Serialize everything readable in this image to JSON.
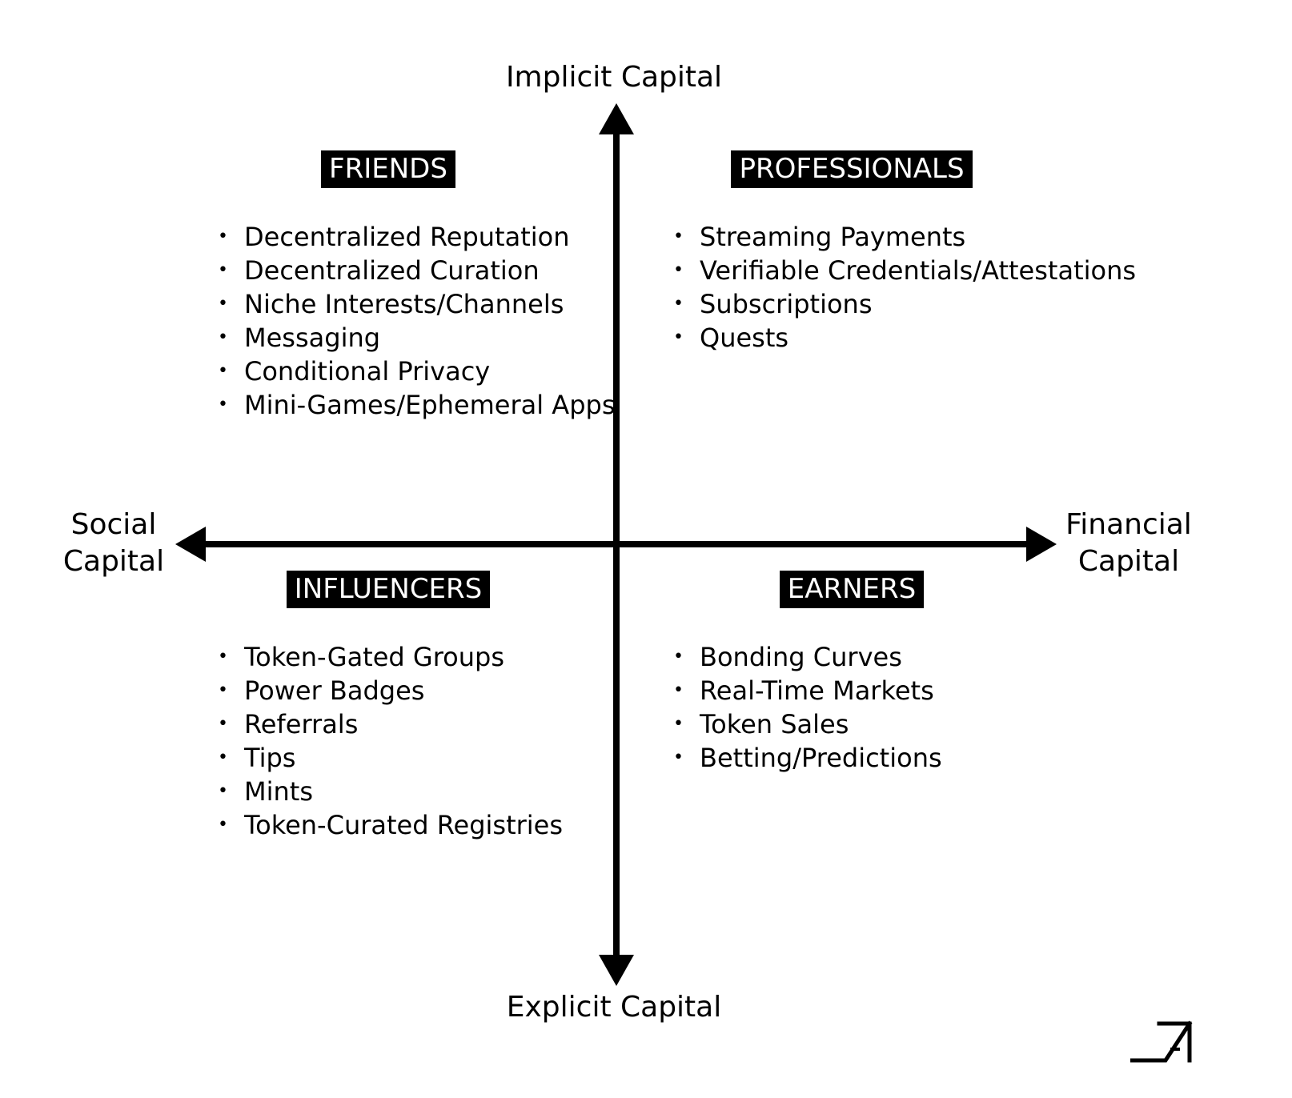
{
  "axes": {
    "top": "Implicit Capital",
    "bottom": "Explicit Capital",
    "left": [
      "Social",
      "Capital"
    ],
    "right": [
      "Financial",
      "Capital"
    ]
  },
  "quadrants": {
    "friends": {
      "title": "FRIENDS",
      "items": [
        "Decentralized Reputation",
        "Decentralized Curation",
        "Niche Interests/Channels",
        "Messaging",
        "Conditional Privacy",
        "Mini-Games/Ephemeral Apps"
      ]
    },
    "professionals": {
      "title": "PROFESSIONALS",
      "items": [
        "Streaming Payments",
        "Verifiable Credentials/Attestations",
        "Subscriptions",
        "Quests"
      ]
    },
    "influencers": {
      "title": "INFLUENCERS",
      "items": [
        "Token-Gated Groups",
        "Power Badges",
        "Referrals",
        "Tips",
        "Mints",
        "Token-Curated Registries"
      ]
    },
    "earners": {
      "title": "EARNERS",
      "items": [
        "Bonding Curves",
        "Real-Time Markets",
        "Token Sales",
        "Betting/Predictions"
      ]
    }
  },
  "colors": {
    "ink": "#000000",
    "background": "#ffffff"
  },
  "logo": {
    "icon": "arrow-logo-icon"
  }
}
